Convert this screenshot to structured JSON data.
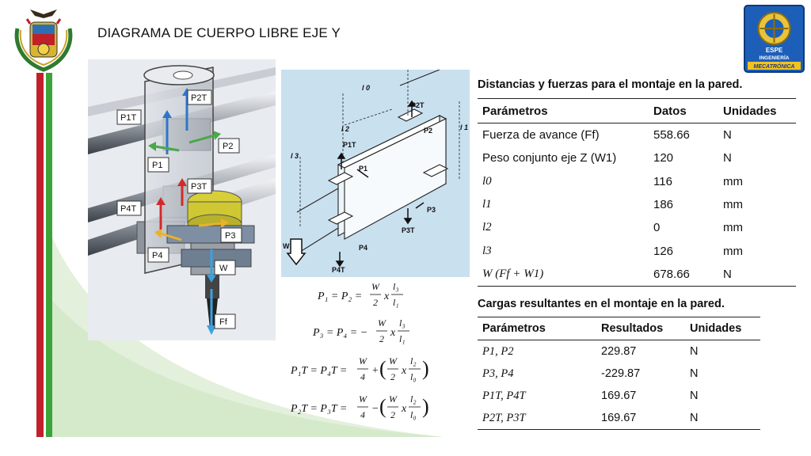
{
  "title": "DIAGRAMA DE CUERPO LIBRE EJE Y",
  "logos": {
    "right_text_1": "ESPE",
    "right_text_2": "INGENIERÍA",
    "right_text_3": "MECATRÓNICA"
  },
  "colors": {
    "red_stripe": "#c0202a",
    "green_stripe": "#3aa43a",
    "schematic_bg": "#c9e0ef"
  },
  "photo_labels": {
    "p1t": "P1T",
    "p2t": "P2T",
    "p2": "P2",
    "p1": "P1",
    "p3t": "P3T",
    "p4t": "P4T",
    "p3": "P3",
    "p4": "P4",
    "w": "W",
    "ff": "Ff"
  },
  "schematic_labels": {
    "l0": "l 0",
    "l2": "l 2",
    "l3": "l 3",
    "l1": "l 1",
    "p2t": "P2T",
    "p2": "P2",
    "p1t": "P1T",
    "p1": "P1",
    "p3": "P3",
    "p3t": "P3T",
    "p4": "P4",
    "w": "W",
    "p4t": "P4T"
  },
  "formulas": {
    "f1_lhs": "P₁ = P₂ =",
    "f1_num": "W",
    "f1_den": "2",
    "f1_x": "x",
    "f1_fnum": "l₃",
    "f1_fden": "l₁",
    "f2_lhs": "P₃ = P₄ = −",
    "f2_num": "W",
    "f2_den": "2",
    "f2_x": "x",
    "f2_fnum": "l₃",
    "f2_fden": "l₁",
    "f3_lhs": "P₁T = P₄T =",
    "f3_num": "W",
    "f3_den": "4",
    "f3_op": "+",
    "f3_inum": "W",
    "f3_iden": "2",
    "f3_x": "x",
    "f3_fnum": "l₂",
    "f3_fden": "l₀",
    "f4_lhs": "P₂T = P₃T =",
    "f4_num": "W",
    "f4_den": "4",
    "f4_op": "−",
    "f4_inum": "W",
    "f4_iden": "2",
    "f4_x": "x",
    "f4_fnum": "l₂",
    "f4_fden": "l₀"
  },
  "table1": {
    "title": "Distancias y fuerzas para el montaje en la pared.",
    "headers": [
      "Parámetros",
      "Datos",
      "Unidades"
    ],
    "rows": [
      [
        "Fuerza de avance (Ff)",
        "558.66",
        "N"
      ],
      [
        "Peso conjunto eje Z (W1)",
        "120",
        "N"
      ],
      [
        "l0",
        "116",
        "mm"
      ],
      [
        "l1",
        "186",
        "mm"
      ],
      [
        "l2",
        "0",
        "mm"
      ],
      [
        "l3",
        "126",
        "mm"
      ],
      [
        "W (Ff + W1)",
        "678.66",
        "N"
      ]
    ]
  },
  "table2": {
    "title": "Cargas resultantes en el montaje en la pared.",
    "headers": [
      "Parámetros",
      "Resultados",
      "Unidades"
    ],
    "rows": [
      [
        "P1, P2",
        "229.87",
        "N"
      ],
      [
        "P3, P4",
        "-229.87",
        "N"
      ],
      [
        "P1T, P4T",
        "169.67",
        "N"
      ],
      [
        "P2T, P3T",
        "169.67",
        "N"
      ]
    ]
  }
}
